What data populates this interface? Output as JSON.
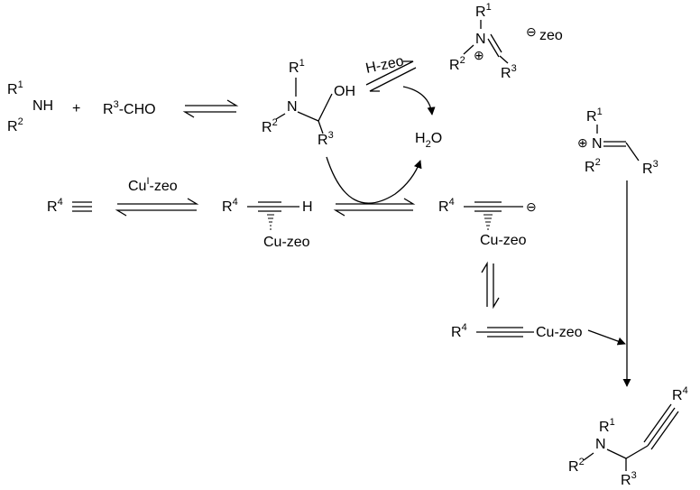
{
  "diagram": {
    "amine": {
      "r1": "R",
      "r1_sup": "1",
      "nh": "NH",
      "r2": "R",
      "r2_sup": "2"
    },
    "plus": "+",
    "aldehyde": {
      "r3": "R",
      "r3_sup": "3",
      "cho": "-CHO"
    },
    "hemiaminal": {
      "r1": "R",
      "r1_sup": "1",
      "n": "N",
      "r2": "R",
      "r2_sup": "2",
      "oh": "OH",
      "r3": "R",
      "r3_sup": "3"
    },
    "h_zeo": "H-zeo",
    "iminium_top": {
      "r1": "R",
      "r1_sup": "1",
      "n": "N",
      "plus": "⊕",
      "r2": "R",
      "r2_sup": "2",
      "r3": "R",
      "r3_sup": "3",
      "minus": "⊖",
      "zeo": "zeo"
    },
    "water": {
      "h": "H",
      "sub": "2",
      "o": "O"
    },
    "alkyne": {
      "r4": "R",
      "r4_sup": "4"
    },
    "cu_zeo_label": {
      "cu": "Cu",
      "sup": "I",
      "zeo": "-zeo"
    },
    "pi_complex": {
      "r4": "R",
      "r4_sup": "4",
      "h": "H",
      "cu": "Cu-zeo"
    },
    "acetylide": {
      "r4": "R",
      "r4_sup": "4",
      "minus": "⊖",
      "cu": "Cu-zeo"
    },
    "cu_acetylide": {
      "r4": "R",
      "r4_sup": "4",
      "cu": "Cu-zeo"
    },
    "iminium_right": {
      "plus": "⊕",
      "n": "N",
      "r1": "R",
      "r1_sup": "1",
      "r2": "R",
      "r2_sup": "2",
      "r3": "R",
      "r3_sup": "3"
    },
    "propargylamine": {
      "r1": "R",
      "r1_sup": "1",
      "n": "N",
      "r2": "R",
      "r2_sup": "2",
      "r3": "R",
      "r3_sup": "3",
      "r4": "R",
      "r4_sup": "4"
    }
  }
}
